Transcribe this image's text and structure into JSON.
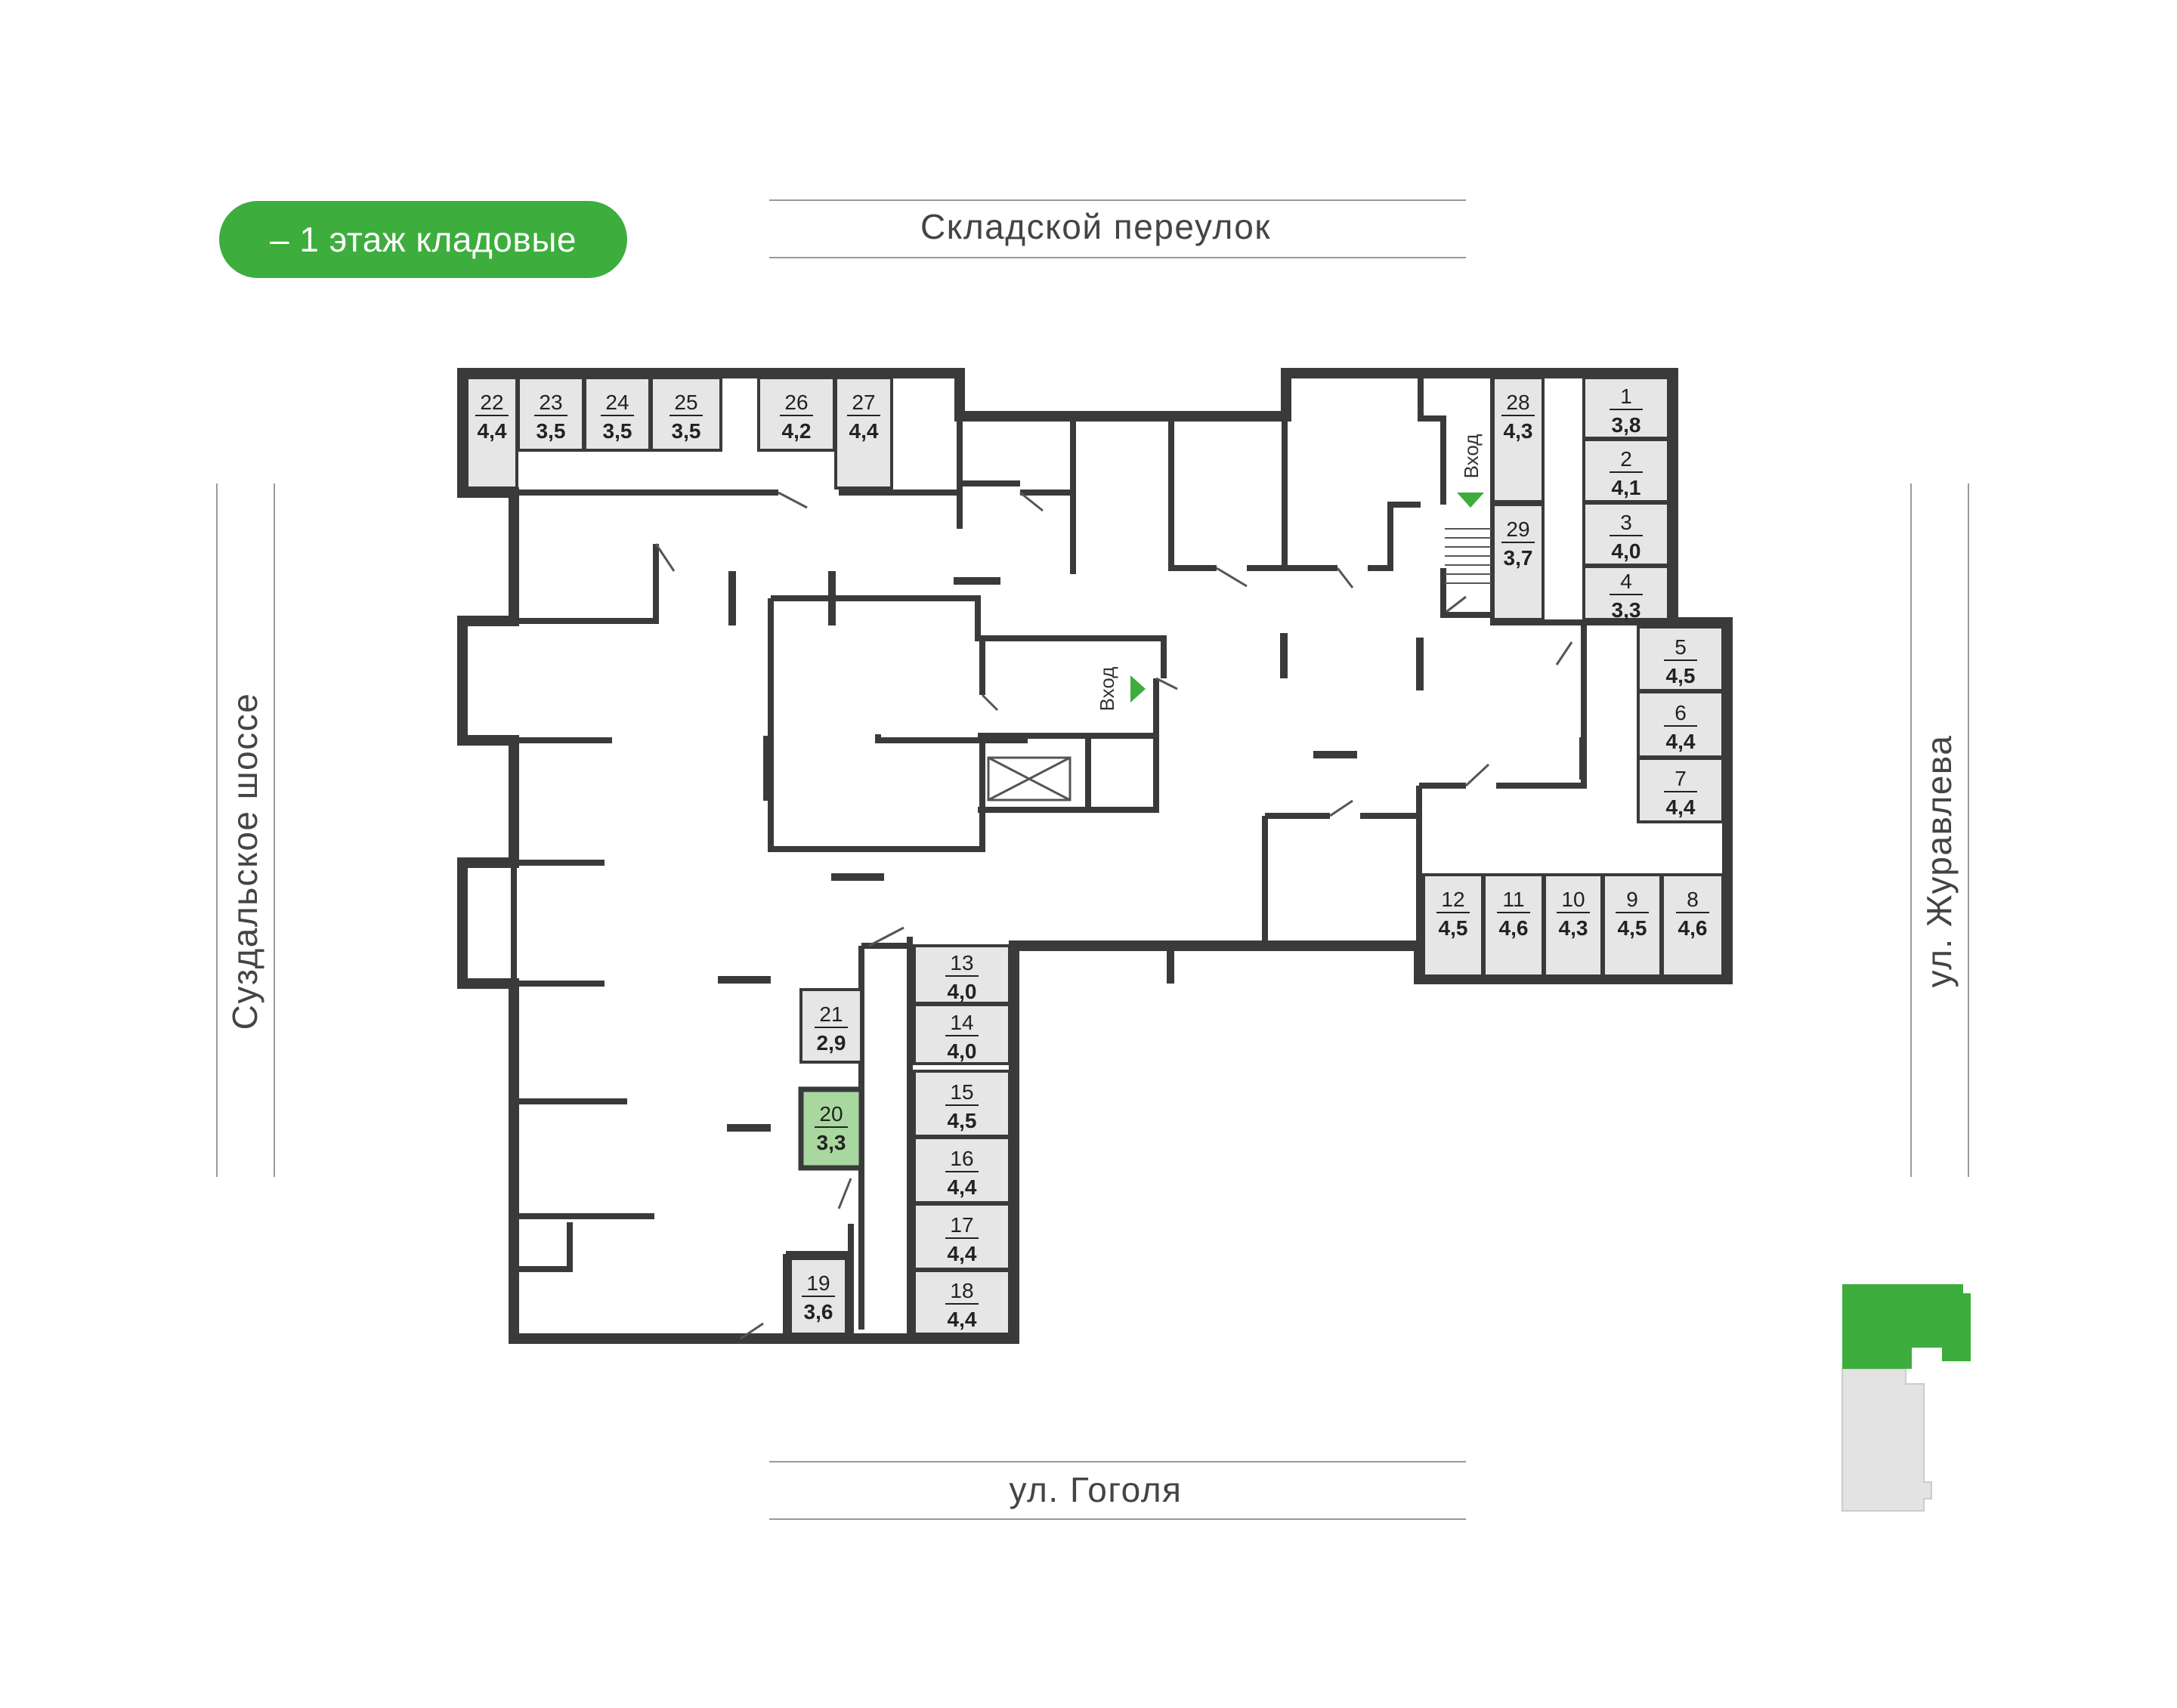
{
  "floor_label": "– 1 этаж кладовые",
  "streets": {
    "top": "Складской переулок",
    "bottom": "ул. Гоголя",
    "left": "Суздальское шоссе",
    "right": "ул. Журавлева"
  },
  "entrance_label": "Вход",
  "colors": {
    "accent": "#3dad3d",
    "highlight_fill": "#a8d8a0",
    "storage_fill": "#e6e6e6",
    "wall": "#3a3a3a",
    "minimap_other": "#e3e3e3"
  },
  "storage_rooms": [
    {
      "number": "1",
      "area": "3,8"
    },
    {
      "number": "2",
      "area": "4,1"
    },
    {
      "number": "3",
      "area": "4,0"
    },
    {
      "number": "4",
      "area": "3,3"
    },
    {
      "number": "5",
      "area": "4,5"
    },
    {
      "number": "6",
      "area": "4,4"
    },
    {
      "number": "7",
      "area": "4,4"
    },
    {
      "number": "8",
      "area": "4,6"
    },
    {
      "number": "9",
      "area": "4,5"
    },
    {
      "number": "10",
      "area": "4,3"
    },
    {
      "number": "11",
      "area": "4,6"
    },
    {
      "number": "12",
      "area": "4,5"
    },
    {
      "number": "13",
      "area": "4,0"
    },
    {
      "number": "14",
      "area": "4,0"
    },
    {
      "number": "15",
      "area": "4,5"
    },
    {
      "number": "16",
      "area": "4,4"
    },
    {
      "number": "17",
      "area": "4,4"
    },
    {
      "number": "18",
      "area": "4,4"
    },
    {
      "number": "19",
      "area": "3,6"
    },
    {
      "number": "20",
      "area": "3,3",
      "highlighted": true
    },
    {
      "number": "21",
      "area": "2,9"
    },
    {
      "number": "22",
      "area": "4,4"
    },
    {
      "number": "23",
      "area": "3,5"
    },
    {
      "number": "24",
      "area": "3,5"
    },
    {
      "number": "25",
      "area": "3,5"
    },
    {
      "number": "26",
      "area": "4,2"
    },
    {
      "number": "27",
      "area": "4,4"
    },
    {
      "number": "28",
      "area": "4,3"
    },
    {
      "number": "29",
      "area": "3,7"
    }
  ]
}
